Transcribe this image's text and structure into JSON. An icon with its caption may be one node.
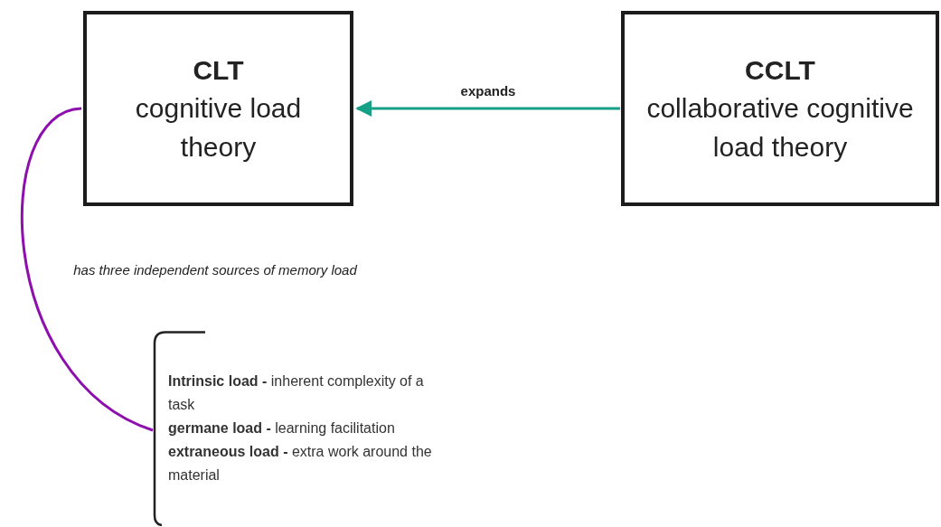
{
  "diagram": {
    "nodes": [
      {
        "text": [
          "CLT",
          "cognitive load theory"
        ]
      },
      {
        "text": [
          "CCLT",
          "collaborative cognitive load theory"
        ]
      },
      {
        "text": [
          "**Intrinsic load -** inherent complexity of a task",
          "**germane load -** learning facilitation",
          "**extraneous load -** extra work around the material"
        ]
      }
    ],
    "edges": [
      {
        "from": 1,
        "to": 0,
        "arrow": "to",
        "label": "expands",
        "color": "#16a085"
      },
      {
        "from": 0,
        "to": 2,
        "arrow": "none",
        "label": "has three independent sources of memory load",
        "color": "#8e0fae"
      }
    ]
  }
}
